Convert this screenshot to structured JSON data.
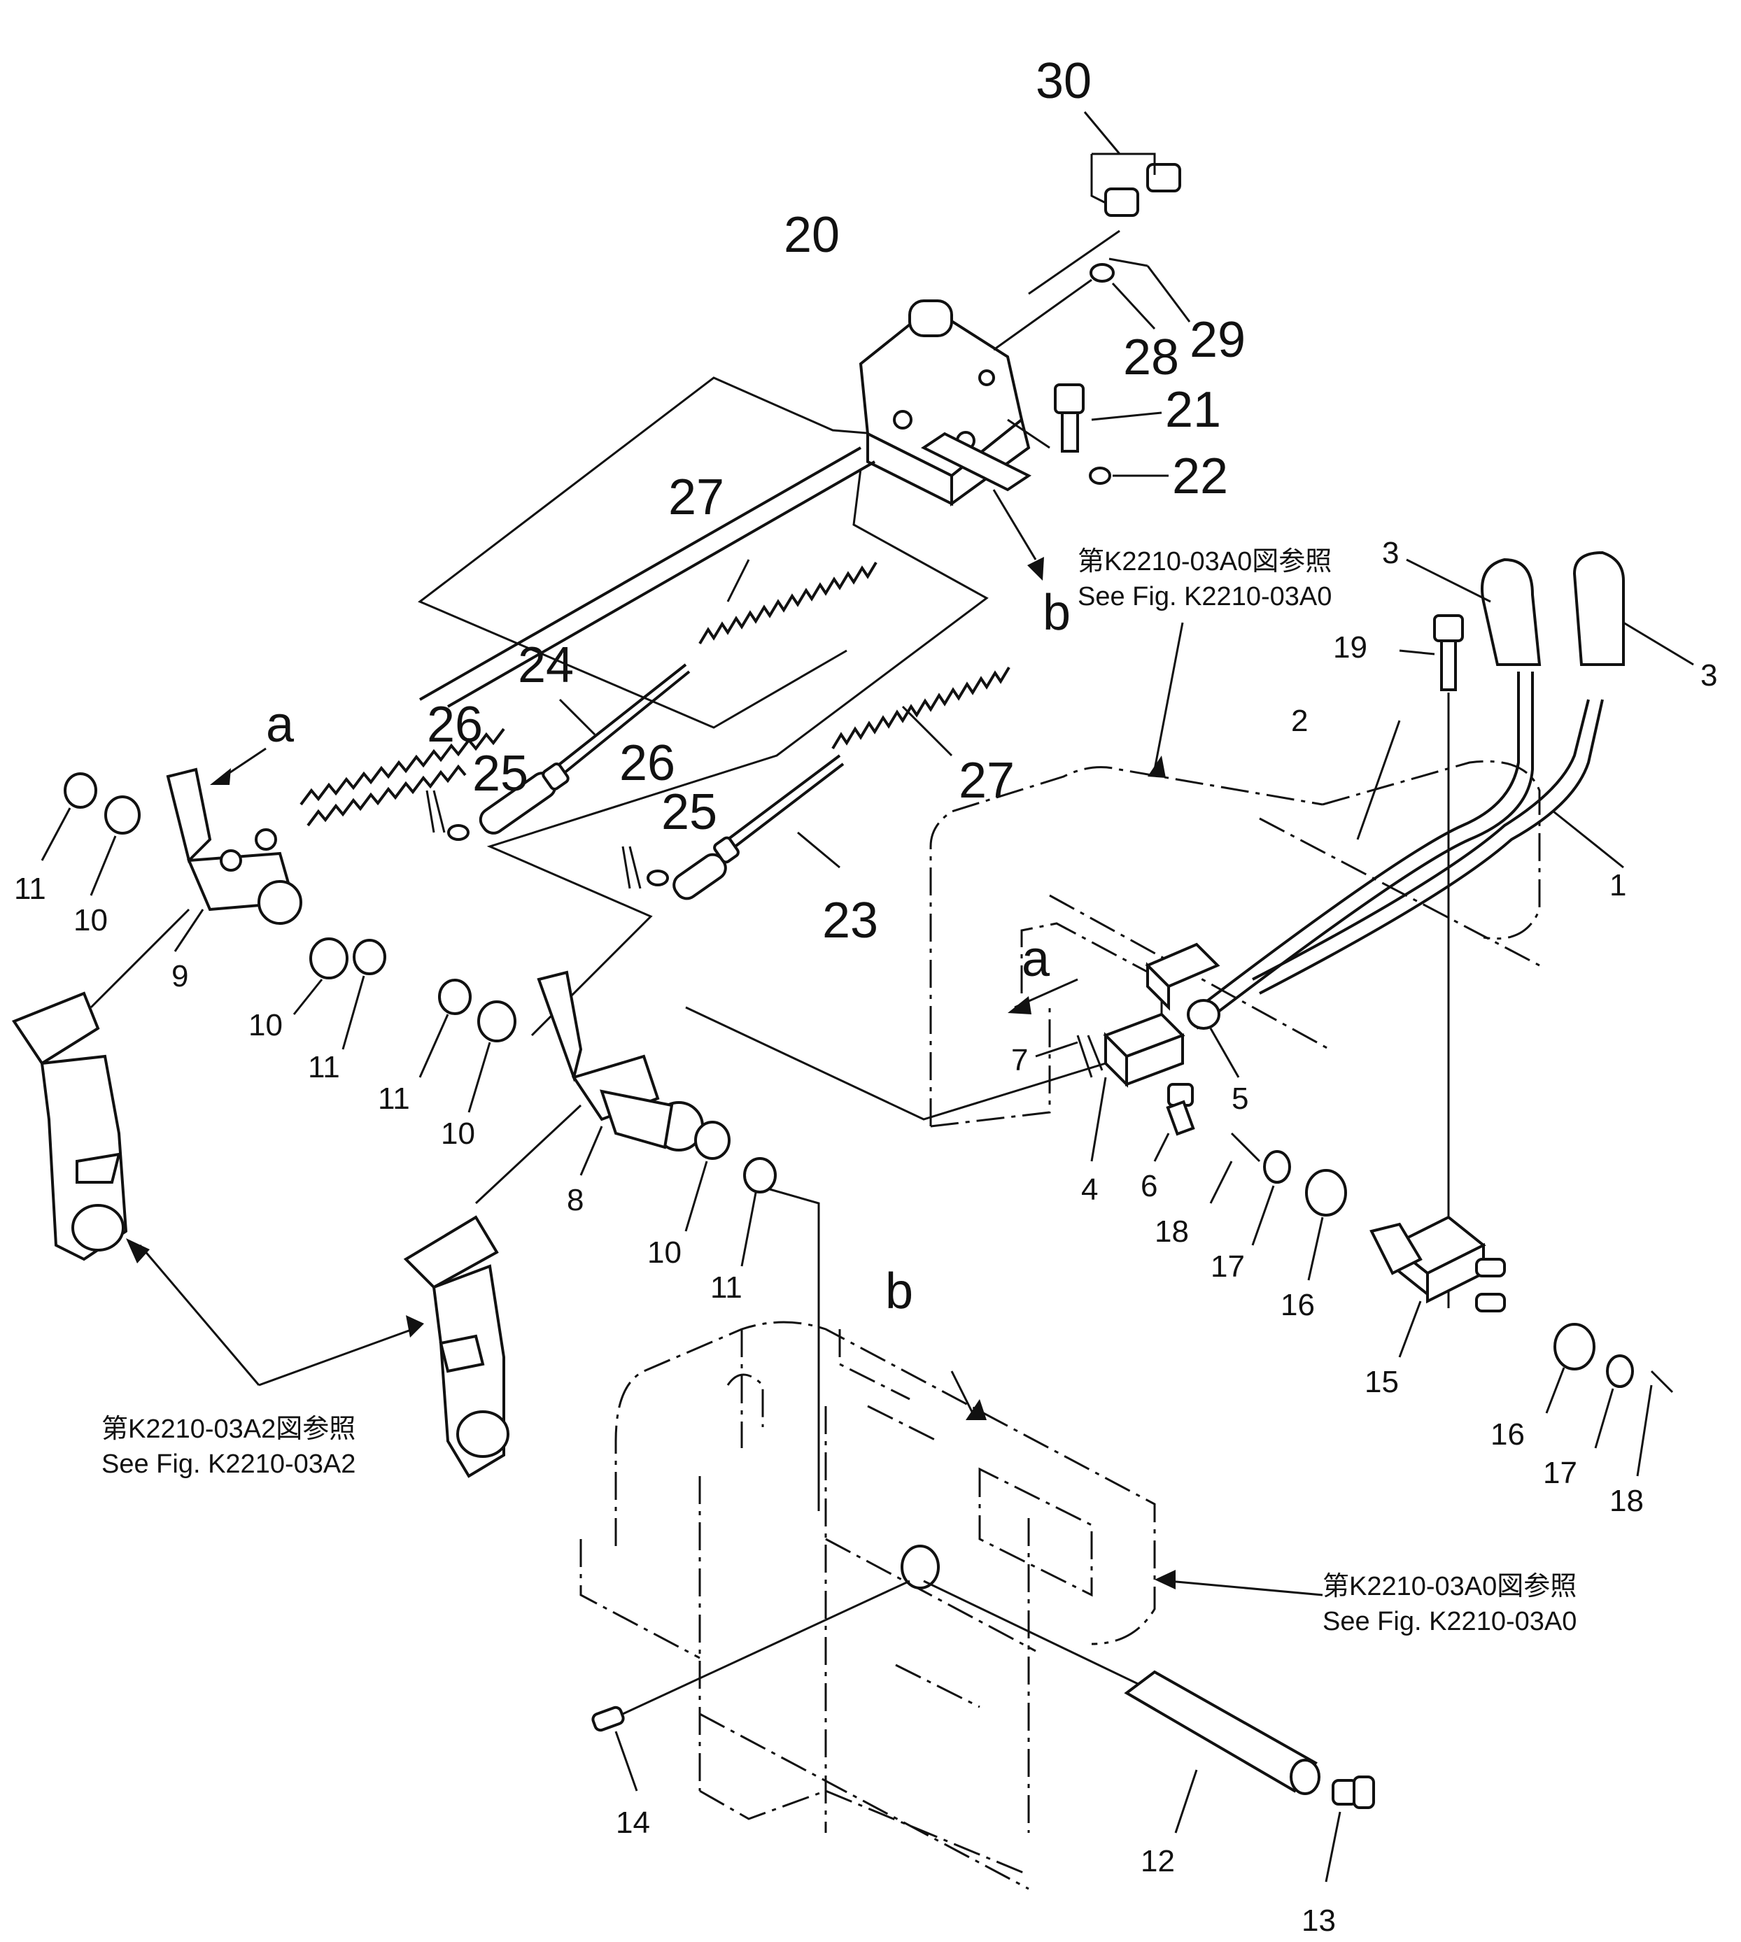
{
  "callouts": {
    "n30": "30",
    "n20": "20",
    "n28": "28",
    "n29": "29",
    "n21": "21",
    "n22": "22",
    "n27a": "27",
    "n27b": "27",
    "n24": "24",
    "n26a": "26",
    "n25a": "25",
    "n26b": "26",
    "n25b": "25",
    "n23": "23",
    "n19": "19",
    "n2": "2",
    "n3a": "3",
    "n3b": "3",
    "n1": "1",
    "n11a": "11",
    "n10a": "10",
    "n9": "9",
    "n10b": "10",
    "n11b": "11",
    "n11c": "11",
    "n10c": "10",
    "n8": "8",
    "n10d": "10",
    "n11d": "11",
    "n7": "7",
    "n5": "5",
    "n4": "4",
    "n6": "6",
    "n18a": "18",
    "n17a": "17",
    "n16a": "16",
    "n15": "15",
    "n16b": "16",
    "n17b": "17",
    "n18b": "18",
    "n14": "14",
    "n12": "12",
    "n13": "13"
  },
  "view_letters": {
    "a_top": "a",
    "a_mid": "a",
    "b_top": "b",
    "b_bottom": "b"
  },
  "references": {
    "top_jp": "第K2210-03A0図参照",
    "top_en": "See Fig. K2210-03A0",
    "left_jp": "第K2210-03A2図参照",
    "left_en": "See Fig. K2210-03A2",
    "bottom_jp": "第K2210-03A0図参照",
    "bottom_en": "See Fig. K2210-03A0"
  }
}
